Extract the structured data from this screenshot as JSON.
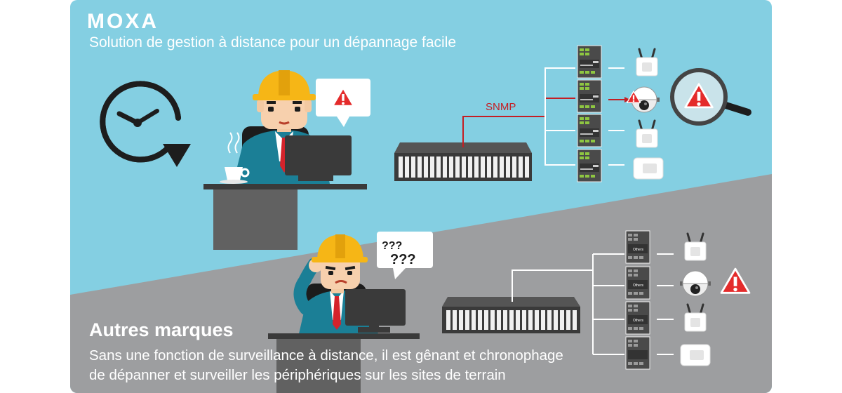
{
  "logo": {
    "text": "MOXA"
  },
  "top_section": {
    "subtitle": "Solution de gestion à distance pour un dépannage facile",
    "protocol_label": "SNMP"
  },
  "bottom_section": {
    "brand_title": "Autres marques",
    "description_line1": "Sans une fonction de surveillance à distance, il est gênant et chronophage",
    "description_line2": "de dépanner et surveiller les périphériques sur les sites de terrain",
    "confusion_marks": "???",
    "switch_label": "Others"
  },
  "colors": {
    "top_background": "#84cfe2",
    "bottom_background": "#9d9ea0",
    "alert_red": "#e42b2b",
    "signal_line": "#c41e24",
    "helmet_yellow": "#f6b616",
    "desk_gray": "#616161"
  },
  "icons": [
    "clock-icon",
    "alert-icon",
    "magnifier-icon",
    "coffee-cup-icon",
    "helmet-icon",
    "access-point-icon",
    "dome-camera-icon",
    "server-rack-icon",
    "industrial-switch-icon"
  ]
}
